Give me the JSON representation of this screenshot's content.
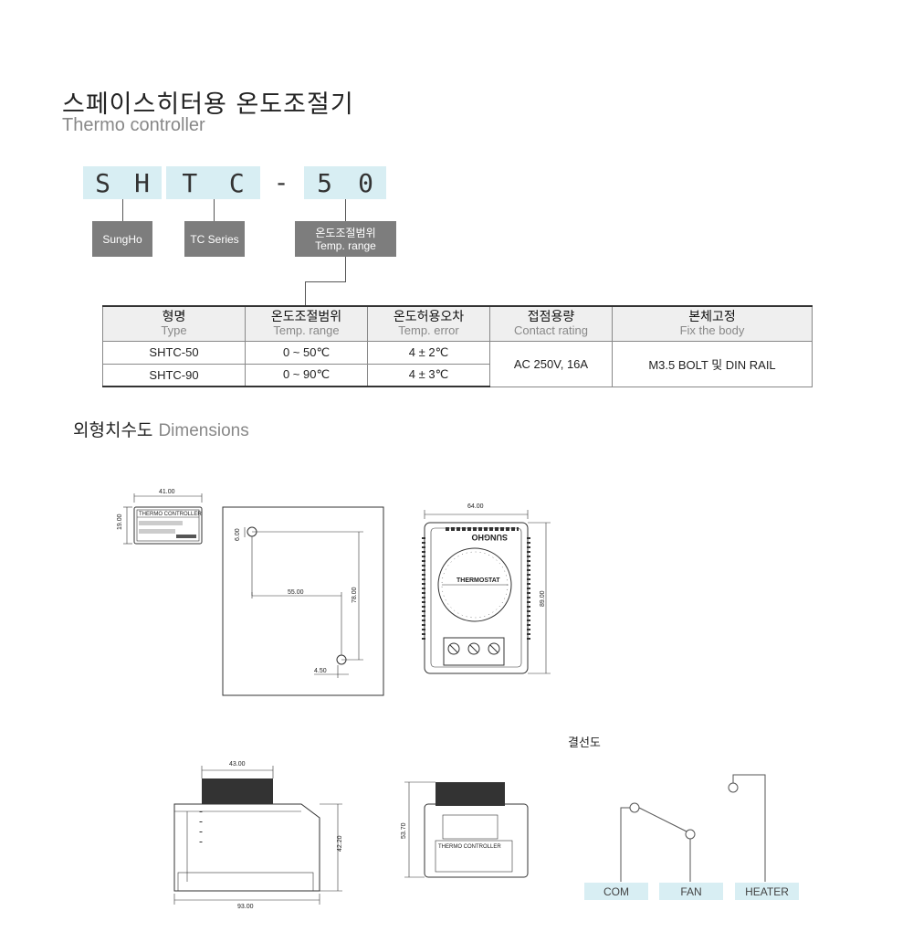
{
  "header": {
    "title_ko": "스페이스히터용 온도조절기",
    "title_en": "Thermo controller"
  },
  "model_code": {
    "part1": [
      "S",
      "H"
    ],
    "part2": [
      "T",
      "C"
    ],
    "dash": "-",
    "part3": [
      "5",
      "0"
    ],
    "tag_sungho": "SungHo",
    "tag_series": "TC Series",
    "tag_temp_ko": "온도조절범위",
    "tag_temp_en": "Temp. range"
  },
  "spec_table": {
    "headers": [
      {
        "ko": "형명",
        "en": "Type"
      },
      {
        "ko": "온도조절범위",
        "en": "Temp. range"
      },
      {
        "ko": "온도허용오차",
        "en": "Temp. error"
      },
      {
        "ko": "접점용량",
        "en": "Contact rating"
      },
      {
        "ko": "본체고정",
        "en": "Fix the body"
      }
    ],
    "rows": [
      {
        "type": "SHTC-50",
        "range": "0 ~ 50℃",
        "error": "4 ± 2℃"
      },
      {
        "type": "SHTC-90",
        "range": "0 ~ 90℃",
        "error": "4 ± 3℃"
      }
    ],
    "contact_rating": "AC 250V, 16A",
    "fix": "M3.5 BOLT 및 DIN RAIL"
  },
  "dimensions": {
    "title_ko": "외형치수도",
    "title_en": "Dimensions",
    "label_width": "41.00",
    "label_height": "19.00",
    "label_text": "THERMO CONTROLLER",
    "mount_6": "6.00",
    "mount_55": "55.00",
    "mount_78": "78.00",
    "mount_450": "4.50",
    "front_width": "64.00",
    "front_height": "89.00",
    "dial_text": "THERMOSTAT",
    "brand": "SUNGHO",
    "side_top": "43.00",
    "side_height": "42.20",
    "side_width": "93.00",
    "rear_height": "53.70",
    "rear_label": "THERMO CONTROLLER"
  },
  "wiring": {
    "title": "결선도",
    "com": "COM",
    "fan": "FAN",
    "heater": "HEATER"
  }
}
